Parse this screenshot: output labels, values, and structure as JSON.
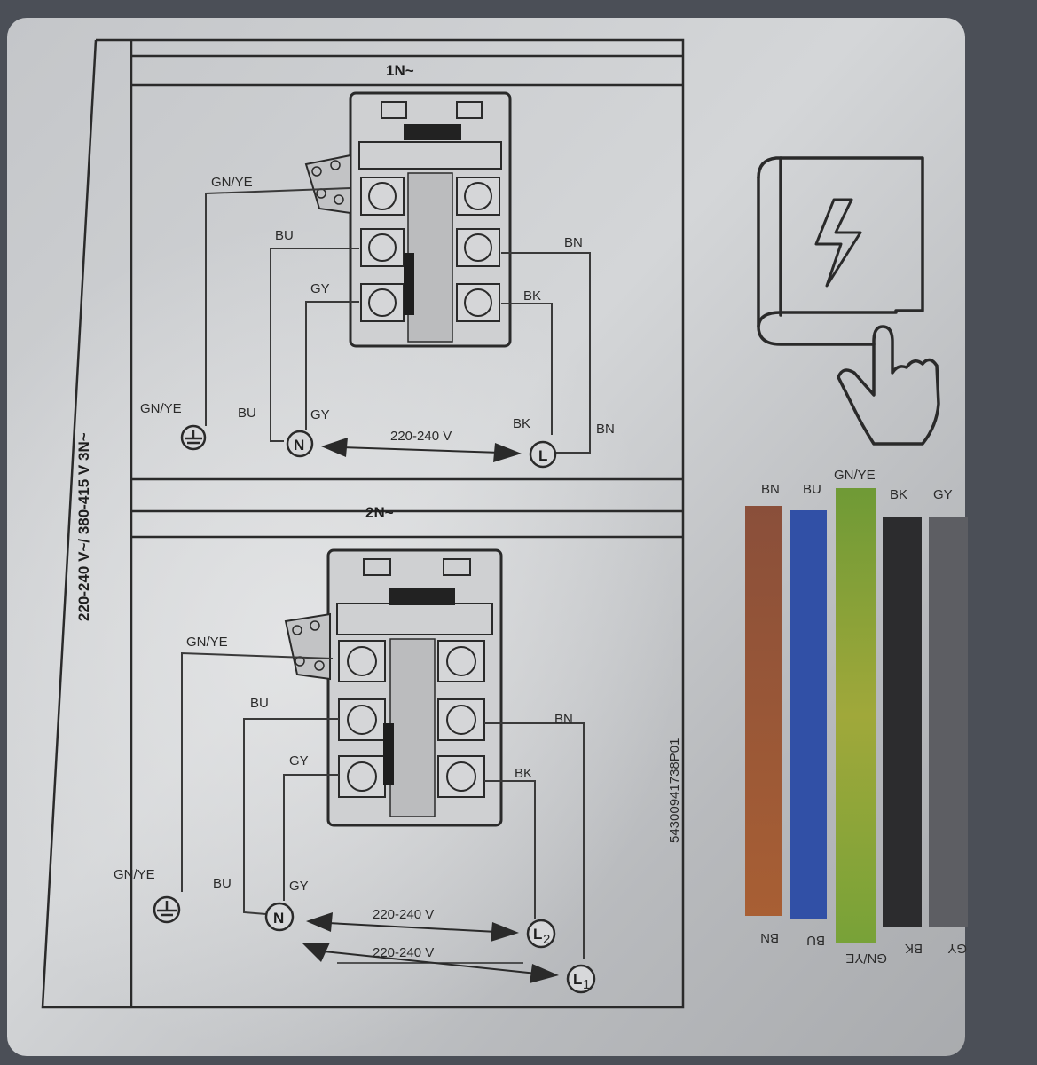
{
  "side_label": "220-240 V~/ 380-415 V 3N~",
  "code": "54300941738P01",
  "panel_1n": {
    "title": "1N~",
    "labels": {
      "gnye_top": "GN/YE",
      "bu_top": "BU",
      "gy_top": "GY",
      "bn_top": "BN",
      "bk_top": "BK",
      "gnye_bottom": "GN/YE",
      "bu_bottom": "BU",
      "gy_bottom": "GY",
      "bk_bottom": "BK",
      "bn_bottom": "BN",
      "n_terminal": "N",
      "l_terminal": "L",
      "voltage": "220-240 V"
    }
  },
  "panel_2n": {
    "title": "2N~",
    "labels": {
      "gnye_top": "GN/YE",
      "bu_top": "BU",
      "gy_top": "GY",
      "bn_top": "BN",
      "bk_top": "BK",
      "gnye_bottom": "GN/YE",
      "bu_bottom": "BU",
      "gy_bottom": "GY",
      "n_terminal": "N",
      "l2_terminal": "L",
      "l2_sub": "2",
      "l1_terminal": "L",
      "l1_sub": "1",
      "voltage_1": "220-240 V",
      "voltage_2": "220-240 V"
    }
  },
  "legend": {
    "icon": "manual-electric-touch-icon",
    "wires": [
      {
        "code": "BN",
        "color": "#9a5a3c"
      },
      {
        "code": "BU",
        "color": "#3150a6"
      },
      {
        "code": "GN/YE",
        "color": "#86a03a"
      },
      {
        "code": "BK",
        "color": "#2c2c2e"
      },
      {
        "code": "GY",
        "color": "#5d5e63"
      }
    ]
  }
}
